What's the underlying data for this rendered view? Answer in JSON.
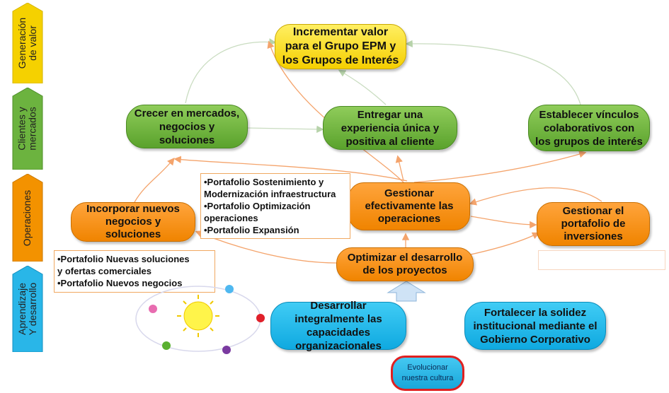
{
  "bands": [
    {
      "id": "valor",
      "label": "Generación\nde valor",
      "color": "#f5d100"
    },
    {
      "id": "clientes",
      "label": "Clientes y\nmercados",
      "color": "#6cb33f"
    },
    {
      "id": "operaciones",
      "label": "Operaciones",
      "color": "#f39200"
    },
    {
      "id": "aprendizaje",
      "label": "Aprendizaje\nY desarrollo",
      "color": "#29b6e8"
    }
  ],
  "nodes": {
    "incrementar": "Incrementar valor para el Grupo EPM y los Grupos de Interés",
    "crecer": "Crecer en mercados, negocios y soluciones",
    "experiencia": "Entregar una experiencia única y positiva al cliente",
    "vinculos": "Establecer vínculos colaborativos con los grupos de interés",
    "incorporar": "Incorporar nuevos negocios y soluciones",
    "gestionar_ops": "Gestionar efectivamente las operaciones",
    "gestionar_port": "Gestionar el portafolio de inversiones",
    "optimizar": "Optimizar el desarrollo de los proyectos",
    "desarrollar": "Desarrollar integralmente las capacidades organizacionales",
    "fortalecer": "Fortalecer la solidez institucional mediante el Gobierno Corporativo",
    "cultura": "Evolucionar nuestra cultura"
  },
  "portfolio_ops": [
    "•Portafolio Sostenimiento y",
    "Modernización infraestructura",
    "•Portafolio Optimización",
    "operaciones",
    "•Portafolio Expansión"
  ],
  "portfolio_new": [
    "•Portafolio Nuevas soluciones",
    " y ofertas comerciales",
    "•Portafolio Nuevos negocios"
  ],
  "colors": {
    "edge": "#c9dcc0",
    "edge_orange": "#f4a46c",
    "arrow_up": "#cfe3f6"
  }
}
